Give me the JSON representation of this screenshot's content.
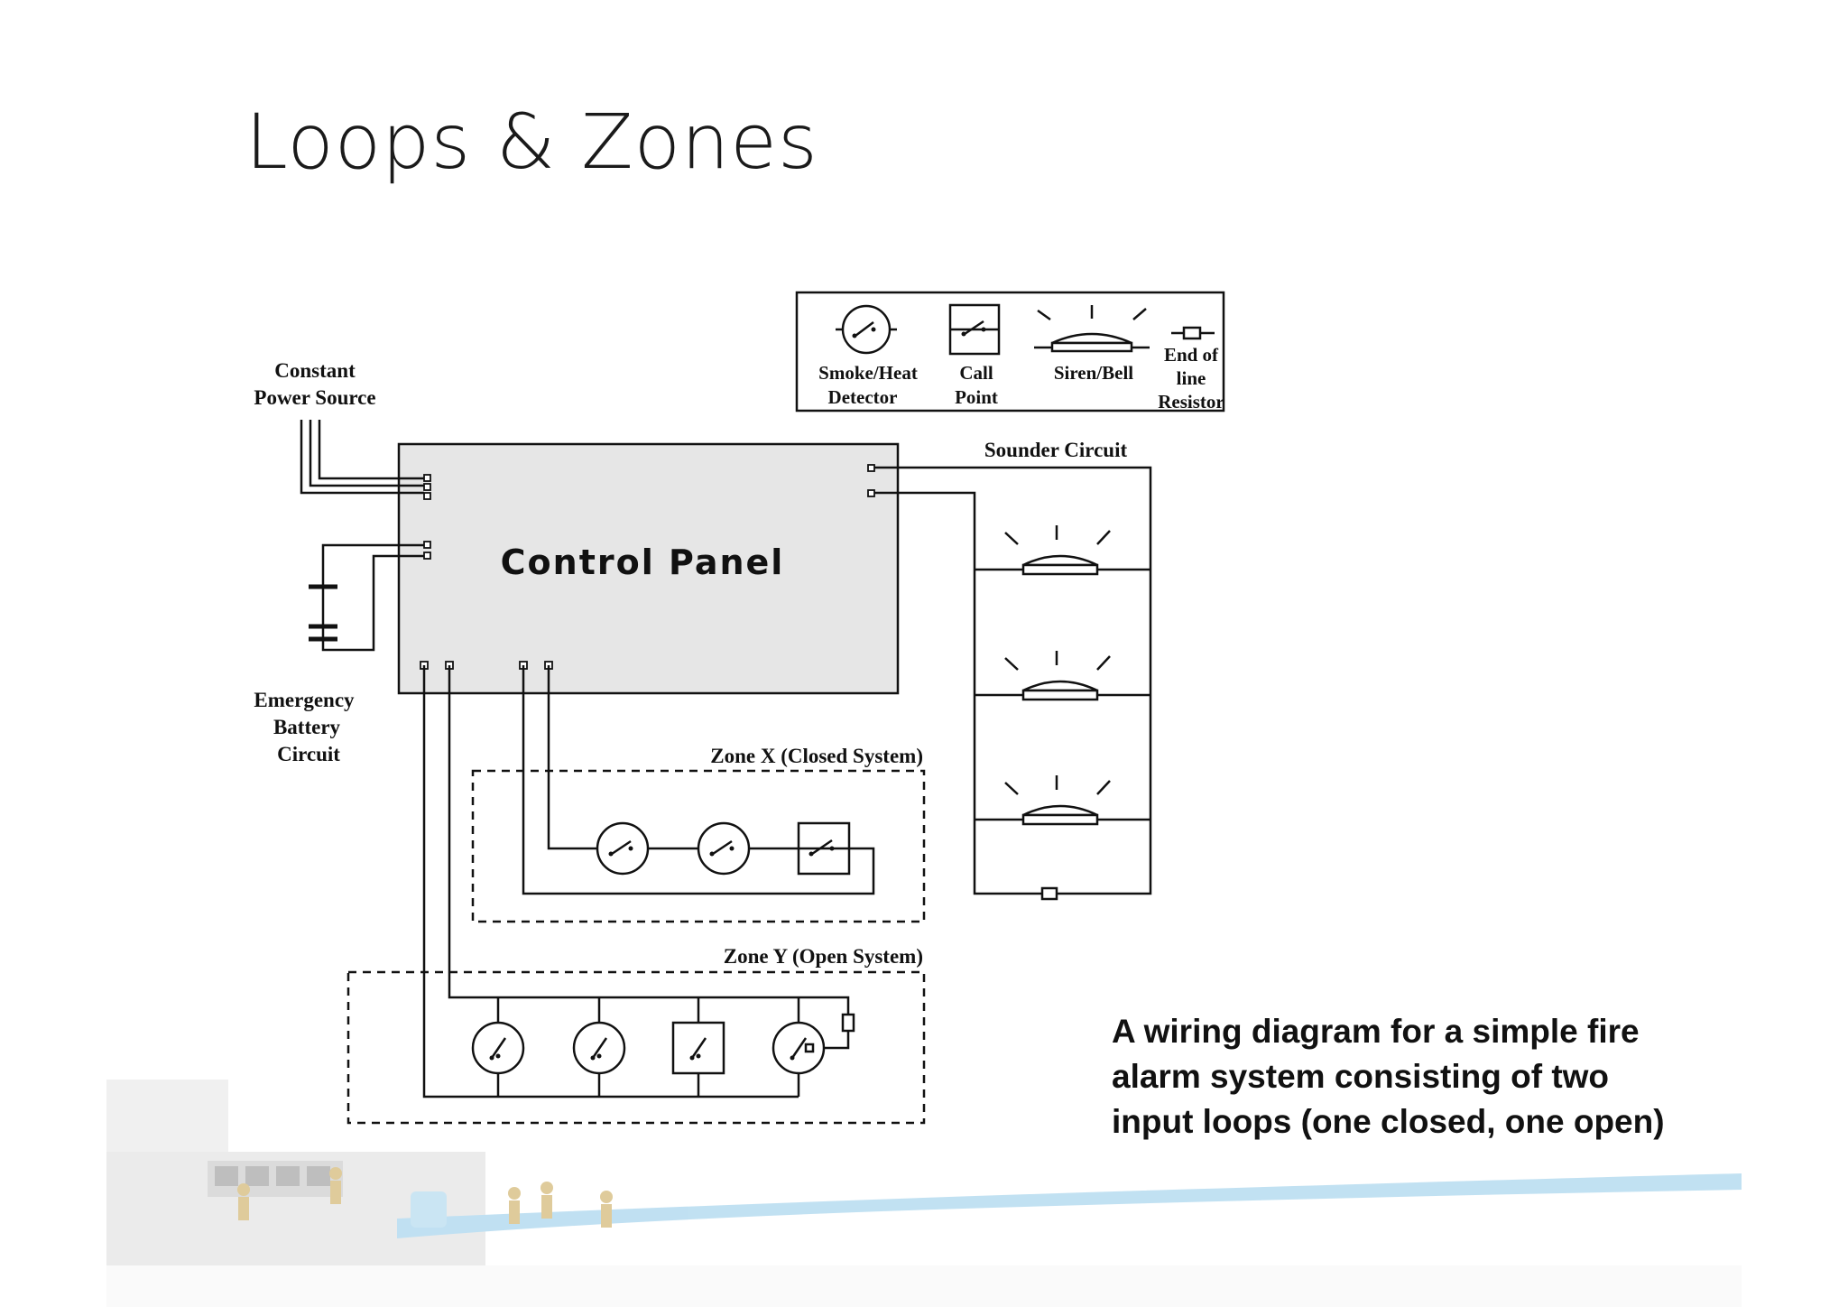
{
  "slide": {
    "title": "Loops & Zones"
  },
  "diagram": {
    "legend": {
      "smoke_heat_detector": [
        "Smoke/Heat",
        "Detector"
      ],
      "call_point": [
        "Call",
        "Point"
      ],
      "siren_bell": "Siren/Bell",
      "end_of_line_resistor": [
        "End of",
        "line",
        "Resistor"
      ]
    },
    "labels": {
      "constant_power_source": [
        "Constant",
        "Power Source"
      ],
      "emergency_battery_circuit": [
        "Emergency",
        "Battery",
        "Circuit"
      ],
      "control_panel": "Control Panel",
      "sounder_circuit": "Sounder Circuit",
      "zone_x": "Zone X (Closed System)",
      "zone_y": "Zone Y (Open System)"
    },
    "colors": {
      "panel_fill": "#e6e6e6",
      "banner_cable": "#8ec8e8"
    }
  },
  "caption": {
    "lines": [
      "A wiring diagram for a simple fire",
      "alarm system consisting of two",
      "input loops (one closed, one open)"
    ]
  }
}
